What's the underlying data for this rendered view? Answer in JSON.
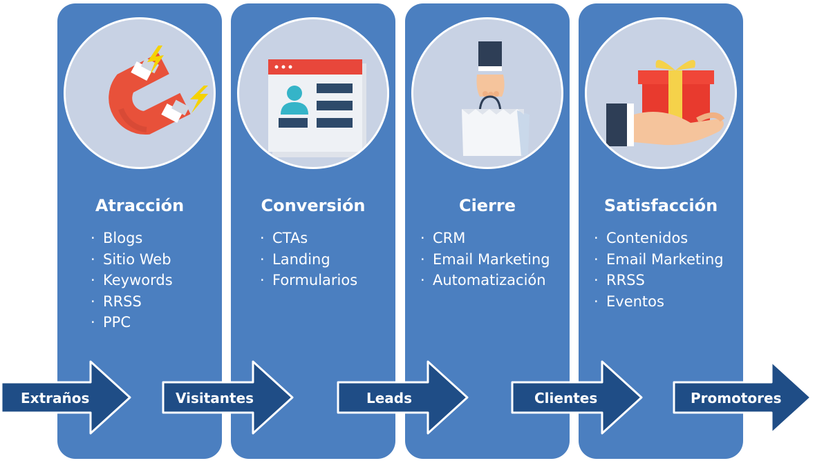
{
  "stages": [
    {
      "title": "Atracción",
      "icon": "magnet-icon",
      "items": [
        "Blogs",
        "Sitio Web",
        "Keywords",
        "RRSS",
        "PPC"
      ]
    },
    {
      "title": "Conversión",
      "icon": "form-page-icon",
      "items": [
        "CTAs",
        "Landing",
        "Formularios"
      ]
    },
    {
      "title": "Cierre",
      "icon": "shopping-bag-hand-icon",
      "items": [
        "CRM",
        "Email Marketing",
        "Automatización"
      ]
    },
    {
      "title": "Satisfacción",
      "icon": "gift-hand-icon",
      "items": [
        "Contenidos",
        "Email Marketing",
        "RRSS",
        "Eventos"
      ]
    }
  ],
  "flow": [
    "Extraños",
    "Visitantes",
    "Leads",
    "Clientes",
    "Promotores"
  ],
  "colors": {
    "panel": "#4b7fc0",
    "circle": "#c8d2e4",
    "arrow_fill": "#1f4d86",
    "arrow_stroke": "#ffffff",
    "magnet_red": "#e8513a",
    "gift_red": "#e83a2e",
    "accent_yellow": "#f5d200",
    "form_teal": "#35b4c8"
  }
}
